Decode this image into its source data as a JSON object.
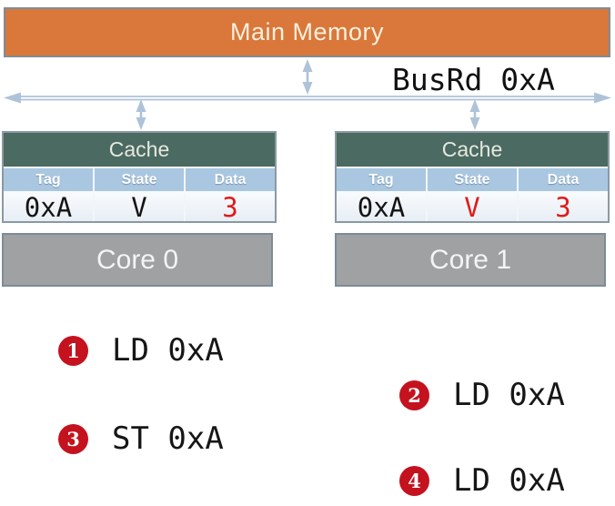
{
  "memory": {
    "label": "Main Memory"
  },
  "bus": {
    "label": "BusRd 0xA"
  },
  "caches": [
    {
      "title": "Cache",
      "columns": [
        "Tag",
        "State",
        "Data"
      ],
      "row": [
        {
          "value": "0xA",
          "color": "#141414"
        },
        {
          "value": "V",
          "color": "#141414"
        },
        {
          "value": "3",
          "color": "#e01a1a"
        }
      ]
    },
    {
      "title": "Cache",
      "columns": [
        "Tag",
        "State",
        "Data"
      ],
      "row": [
        {
          "value": "0xA",
          "color": "#141414"
        },
        {
          "value": "V",
          "color": "#e01a1a"
        },
        {
          "value": "3",
          "color": "#e01a1a"
        }
      ]
    }
  ],
  "cores": [
    {
      "label": "Core 0"
    },
    {
      "label": "Core 1"
    }
  ],
  "events": [
    {
      "number": "1",
      "label": "LD 0xA"
    },
    {
      "number": "2",
      "label": "LD 0xA"
    },
    {
      "number": "3",
      "label": "ST 0xA"
    },
    {
      "number": "4",
      "label": "LD 0xA"
    }
  ],
  "colors": {
    "memory_fill": "#d9783a",
    "memory_border": "#7e8c98",
    "cache_header_fill": "#4b6a61",
    "table_header_fill": "#a9c7e1",
    "table_row_fill": "#edf2f7",
    "core_fill": "#9fa1a3",
    "core_border": "#7c8c98",
    "badge_red": "#c4121e",
    "value_red": "#e01a1a",
    "arrow_blue": "#aec3d8",
    "text_dark": "#141414"
  }
}
